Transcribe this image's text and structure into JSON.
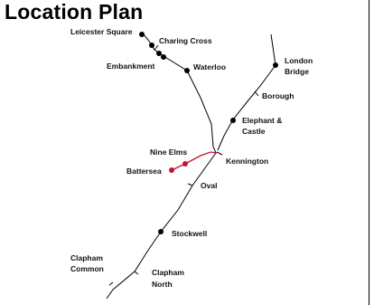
{
  "title": "Location Plan",
  "colors": {
    "line": "#000000",
    "highlight_line": "#c8102e",
    "background": "#ffffff"
  },
  "stations": {
    "leicester_square": "Leicester Square",
    "charing_cross": "Charing Cross",
    "embankment": "Embankment",
    "waterloo": "Waterloo",
    "london_bridge_line1": "London",
    "london_bridge_line2": "Bridge",
    "borough": "Borough",
    "elephant_line1": "Elephant &",
    "elephant_line2": "Castle",
    "kennington": "Kennington",
    "nine_elms": "Nine Elms",
    "battersea": "Battersea",
    "oval": "Oval",
    "stockwell": "Stockwell",
    "clapham_common_line1": "Clapham",
    "clapham_common_line2": "Common",
    "clapham_north_line1": "Clapham",
    "clapham_north_line2": "North"
  }
}
